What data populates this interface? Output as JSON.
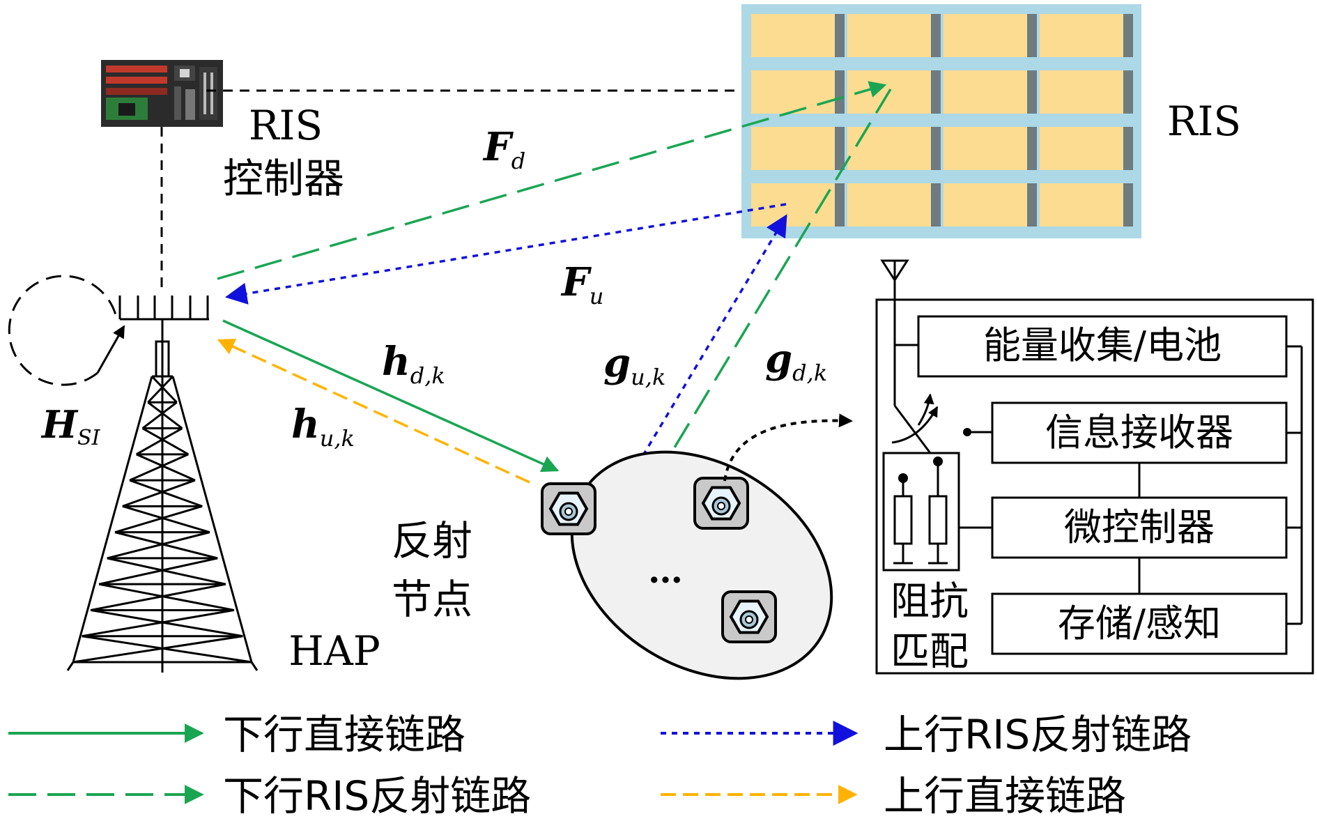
{
  "labels": {
    "ris_controller_line1": "RIS",
    "ris_controller_line2": "控制器",
    "ris": "RIS",
    "hap": "HAP",
    "reflect_node_line1": "反射",
    "reflect_node_line2": "节点",
    "ellipsis": "…",
    "impedance_line1": "阻抗",
    "impedance_line2": "匹配"
  },
  "channels": {
    "Fd": {
      "main": "F",
      "sub": "d"
    },
    "Fu": {
      "main": "F",
      "sub": "u"
    },
    "HSI": {
      "main": "H",
      "sub": "SI"
    },
    "hdk": {
      "main": "h",
      "sub": "d,k"
    },
    "huk": {
      "main": "h",
      "sub": "u,k"
    },
    "guk": {
      "main": "g",
      "sub": "u,k"
    },
    "gdk": {
      "main": "g",
      "sub": "d,k"
    }
  },
  "node_blocks": {
    "energy": "能量收集/电池",
    "receiver": "信息接收器",
    "mcu": "微控制器",
    "storage": "存储/感知"
  },
  "legend": {
    "downlink_direct": "下行直接链路",
    "downlink_ris": "下行RIS反射链路",
    "uplink_ris": "上行RIS反射链路",
    "uplink_direct": "上行直接链路"
  },
  "colors": {
    "downlink": "#1aa553",
    "uplink_ris": "#1111dd",
    "uplink_direct": "#ffb300",
    "ris_element": "#fbdc91",
    "ris_frame": "#add8e6",
    "ris_gap": "#6e7b80"
  }
}
